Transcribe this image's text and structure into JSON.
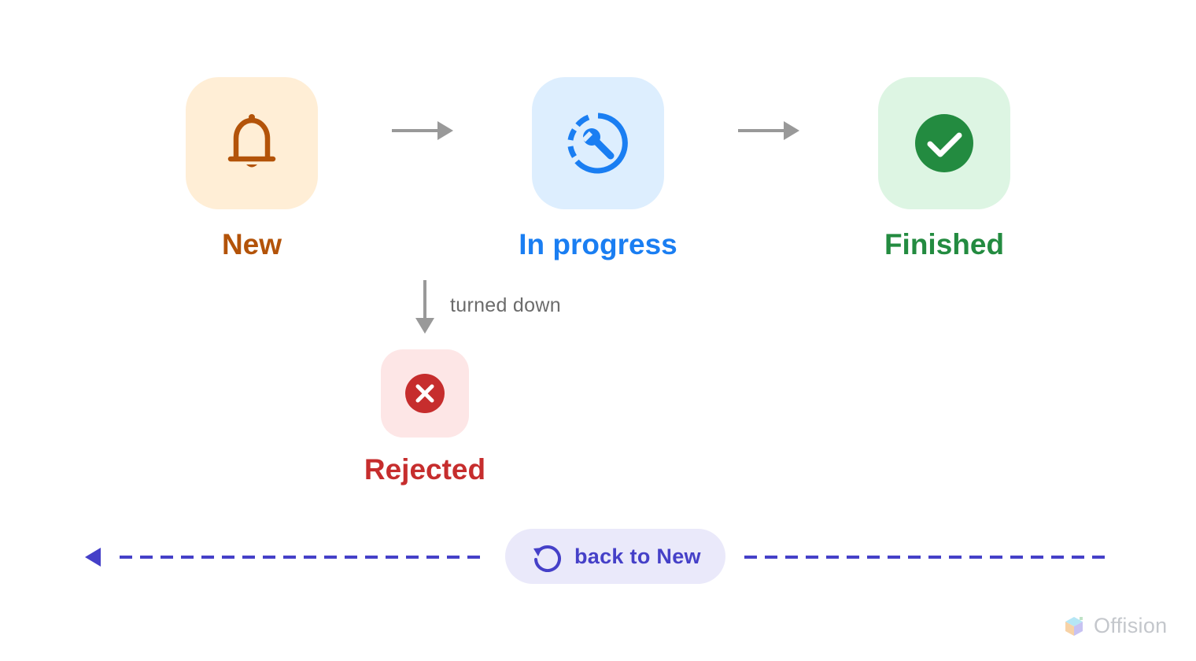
{
  "states": {
    "new": {
      "label": "New",
      "icon": "bell-icon",
      "color": "#b35309",
      "background": "#ffeed6"
    },
    "in_progress": {
      "label": "In progress",
      "icon": "wrench-progress-icon",
      "color": "#1a7ef2",
      "background": "#ddeefe"
    },
    "finished": {
      "label": "Finished",
      "icon": "check-circle-icon",
      "color": "#238b40",
      "background": "#ddf5e3"
    },
    "rejected": {
      "label": "Rejected",
      "icon": "x-circle-icon",
      "color": "#c62d2d",
      "background": "#fde6e6"
    }
  },
  "transitions": {
    "turned_down": "turned down",
    "back": {
      "label": "back to New",
      "icon": "undo-icon",
      "color": "#4540c8"
    }
  },
  "brand": {
    "name": "Offision",
    "icon": "offision-logo-icon"
  }
}
